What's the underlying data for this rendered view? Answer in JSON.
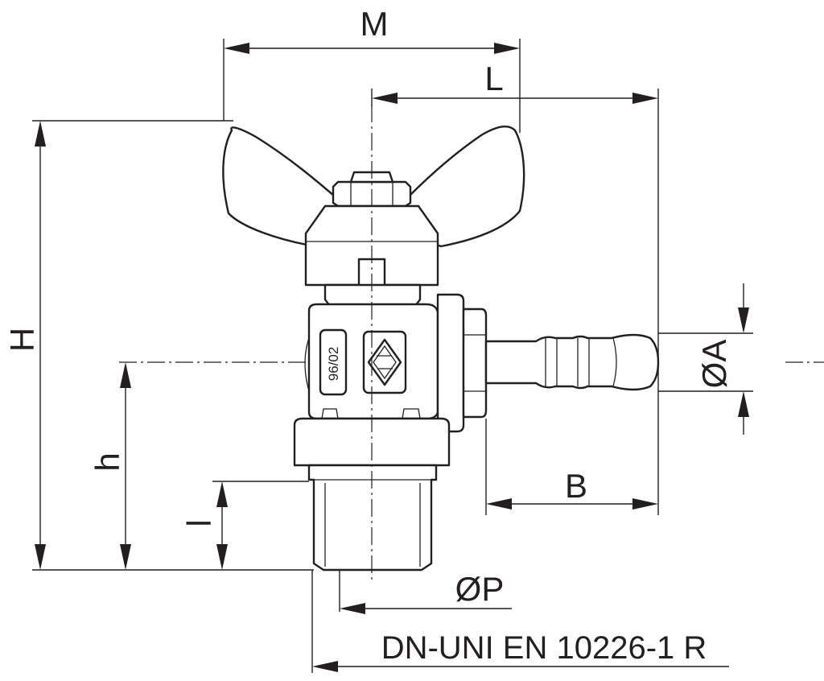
{
  "labels": {
    "M": "M",
    "L": "L",
    "H": "H",
    "h": "h",
    "l": "l",
    "A": "ØA",
    "B": "B",
    "P": "ØP",
    "standard": "DN-UNI EN 10226-1 R"
  },
  "body_marking": "96/02"
}
